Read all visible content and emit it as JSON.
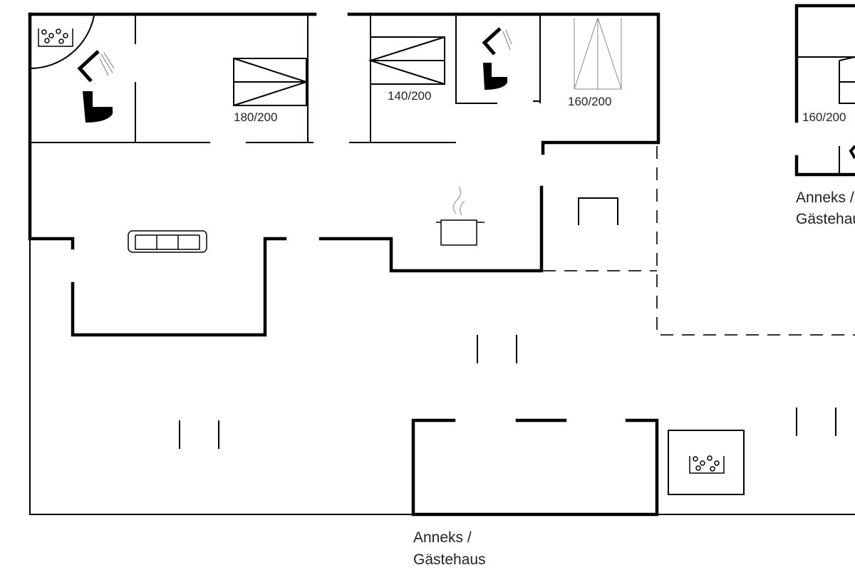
{
  "plan": {
    "beds": [
      {
        "label": "180/200"
      },
      {
        "label": "140/200"
      },
      {
        "label": "160/200"
      },
      {
        "label": "160/200"
      }
    ],
    "annex_main": {
      "line1": "Anneks /",
      "line2": "Gästehaus"
    },
    "annex_right": {
      "line1": "Anneks /",
      "line2": "Gästehaus"
    },
    "icons": [
      "hot-tub-icon",
      "shower-icon",
      "toilet-icon",
      "sofa-icon",
      "cooking-pot-icon",
      "chair-icon"
    ]
  }
}
